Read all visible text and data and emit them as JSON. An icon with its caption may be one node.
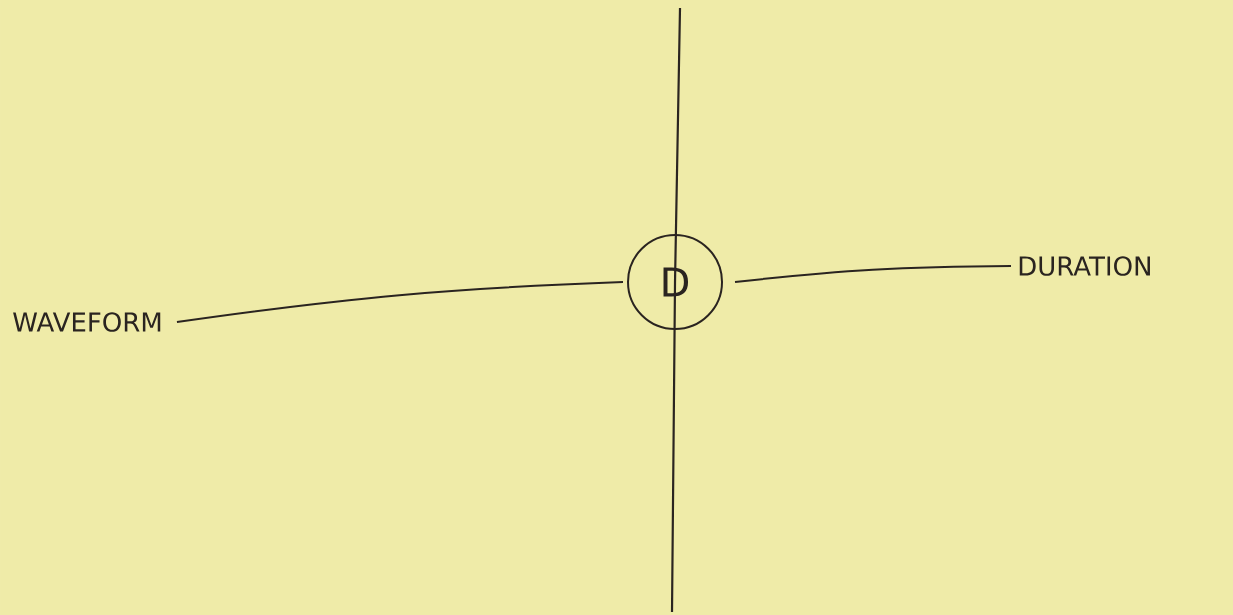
{
  "diagram": {
    "nodes": [
      {
        "text": [
          "WAVEFORM"
        ]
      },
      {
        "text": [
          "D"
        ]
      },
      {
        "text": [
          "DURATION"
        ]
      }
    ],
    "edges": [
      {
        "from": 0,
        "to": 1,
        "arrow": "none"
      },
      {
        "from": 1,
        "to": 2,
        "arrow": "none"
      }
    ]
  }
}
